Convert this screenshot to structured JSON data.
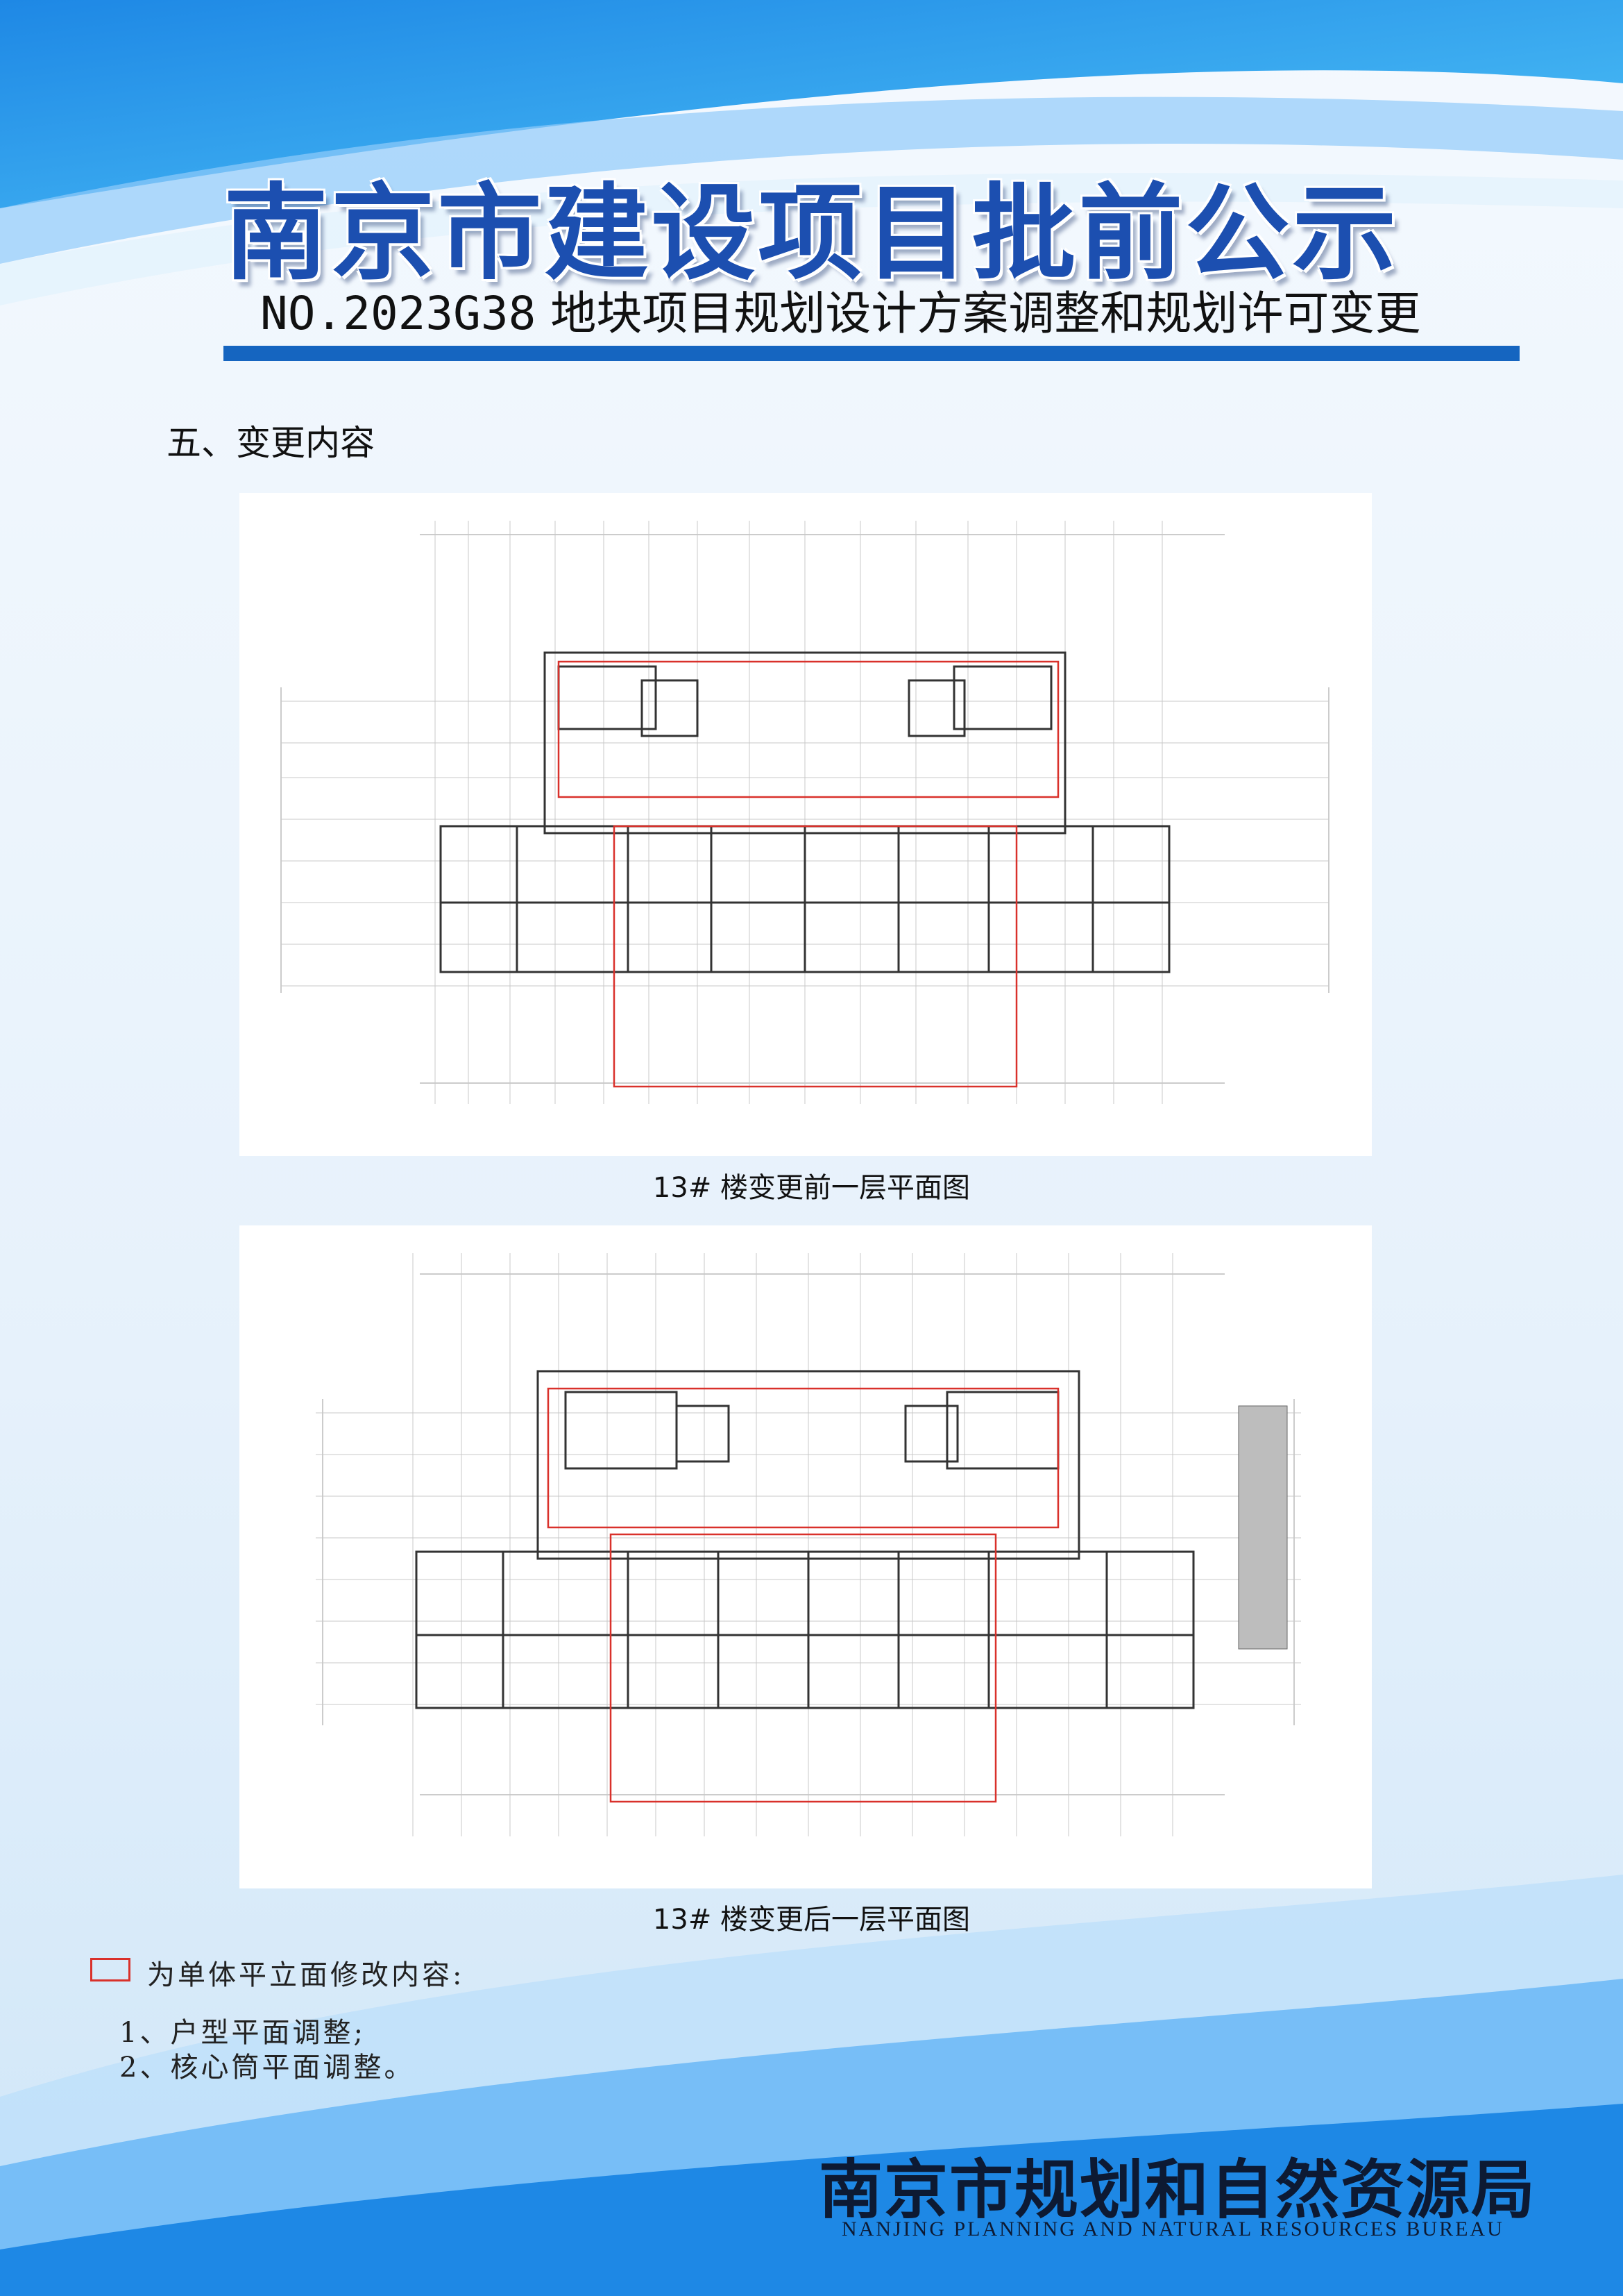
{
  "header": {
    "title": "南京市建设项目批前公示",
    "project_no": "NO.2023G38",
    "subtitle": "地块项目规划设计方案调整和规划许可变更"
  },
  "section_title": "五、变更内容",
  "figures": [
    {
      "caption": "13# 楼变更前一层平面图"
    },
    {
      "caption": "13# 楼变更后一层平面图"
    }
  ],
  "legend": {
    "text": "为单体平立面修改内容:",
    "items": [
      "1、户型平面调整;",
      "2、核心筒平面调整。"
    ]
  },
  "footer": {
    "agency_cn": "南京市规划和自然资源局",
    "agency_en": "NANJING PLANNING AND NATURAL RESOURCES BUREAU"
  },
  "colors": {
    "brand_blue": "#1c4fb0",
    "accent_line": "#1565c0",
    "revision_red": "#d9312b"
  }
}
